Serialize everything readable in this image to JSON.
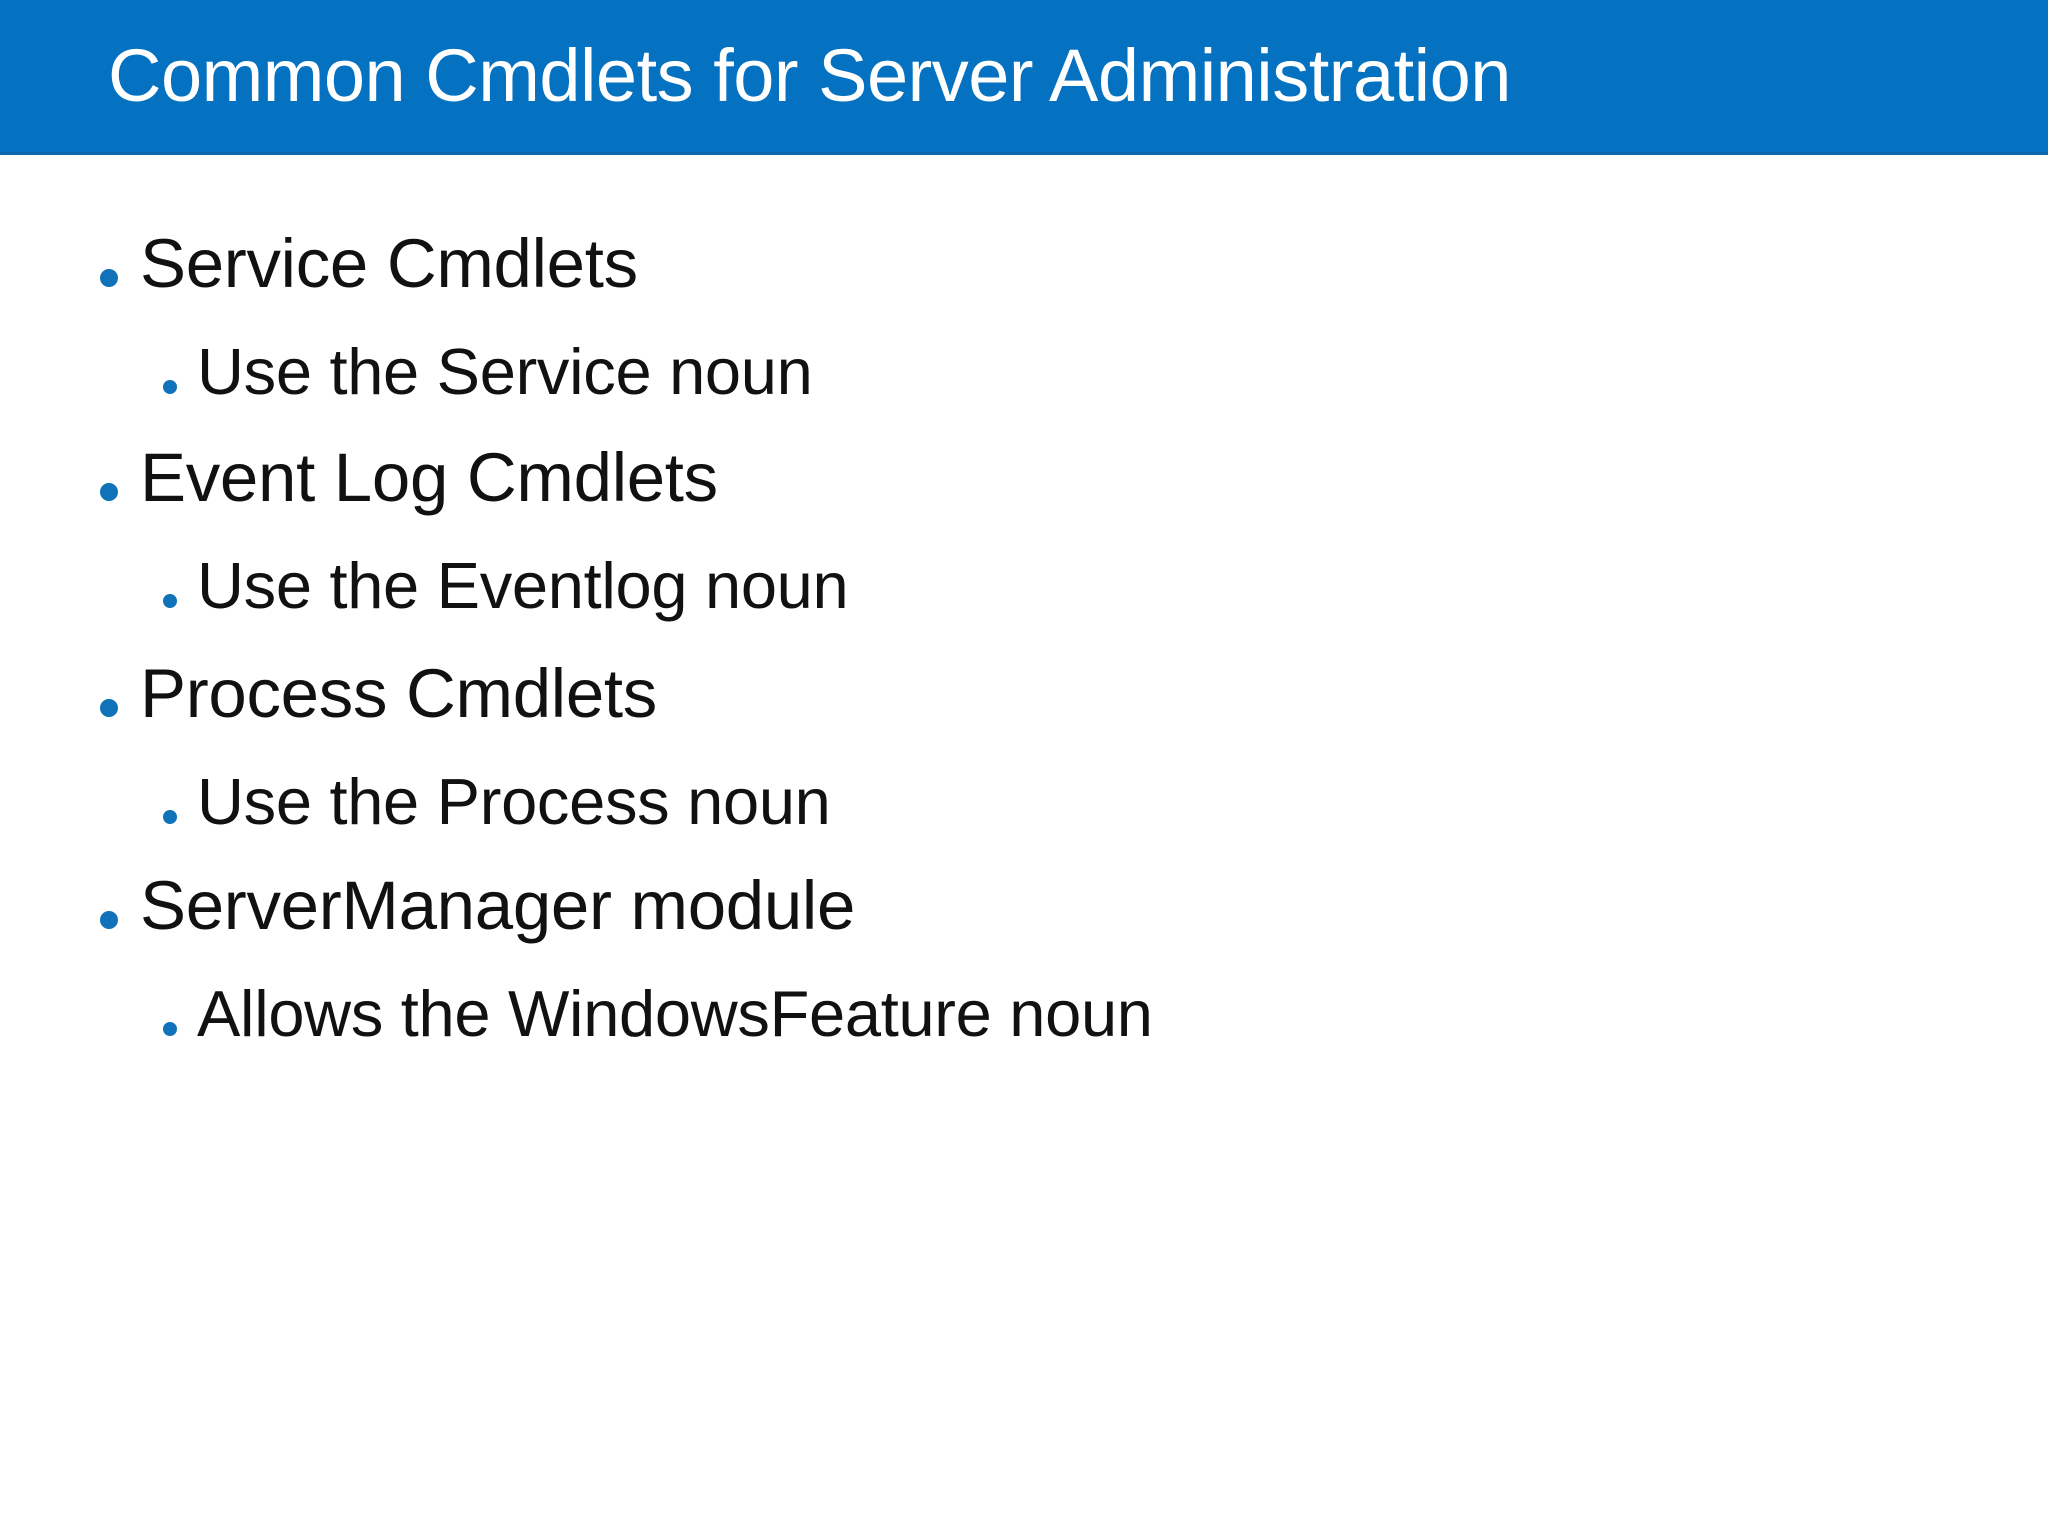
{
  "slide": {
    "title": "Common Cmdlets for Server Administration",
    "colors": {
      "title_bar": "#0571C1",
      "title_bar_border": "#0B66AB",
      "title_text": "#FFFFFF",
      "bullet_dot": "#1072B8",
      "body_text": "#111111",
      "background": "#FFFFFF"
    },
    "bullets": [
      {
        "level": 1,
        "text": "Service Cmdlets",
        "bullet_icon": "bullet-dot-icon"
      },
      {
        "level": 2,
        "text": "Use the Service noun",
        "bullet_icon": "bullet-dot-icon"
      },
      {
        "level": 1,
        "text": "Event Log Cmdlets",
        "bullet_icon": "bullet-dot-icon"
      },
      {
        "level": 2,
        "text": "Use the Eventlog noun",
        "bullet_icon": "bullet-dot-icon"
      },
      {
        "level": 1,
        "text": "Process Cmdlets",
        "bullet_icon": "bullet-dot-icon"
      },
      {
        "level": 2,
        "text": "Use the Process noun",
        "bullet_icon": "bullet-dot-icon"
      },
      {
        "level": 1,
        "text": "ServerManager module",
        "bullet_icon": "bullet-dot-icon"
      },
      {
        "level": 2,
        "text": "Allows the WindowsFeature noun",
        "bullet_icon": "bullet-dot-icon"
      }
    ]
  }
}
